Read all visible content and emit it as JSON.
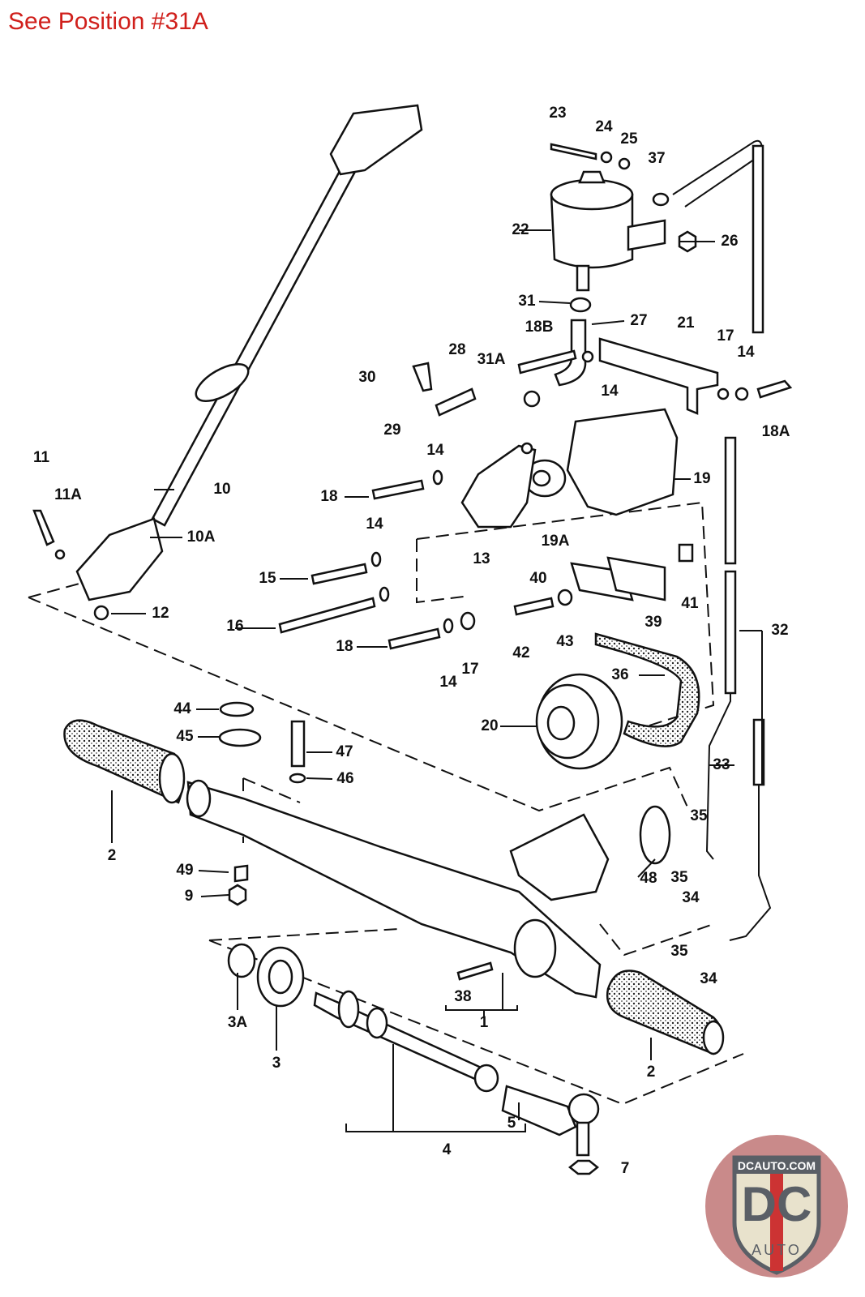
{
  "title": "See Position #31A",
  "labels": [
    "23",
    "24",
    "25",
    "37",
    "22",
    "26",
    "31",
    "27",
    "18B",
    "21",
    "17",
    "14",
    "28",
    "31A",
    "30",
    "14",
    "18A",
    "29",
    "14",
    "19",
    "11",
    "11A",
    "10",
    "18",
    "10A",
    "14",
    "13",
    "19A",
    "40",
    "41",
    "15",
    "39",
    "12",
    "16",
    "42",
    "43",
    "32",
    "18",
    "14",
    "17",
    "36",
    "20",
    "44",
    "45",
    "47",
    "46",
    "33",
    "2",
    "35",
    "48",
    "49",
    "35",
    "9",
    "34",
    "35",
    "38",
    "34",
    "1",
    "3A",
    "3",
    "2",
    "5",
    "4",
    "7"
  ],
  "logo": {
    "top_text": "DCAUTO.COM",
    "letters": "DC",
    "bottom_text": "AUTO",
    "colors": {
      "circle": "#c98a8a",
      "shield": "#e8e2cc",
      "letters": "#5a5f66",
      "stripe": "#cc3333"
    }
  },
  "title_color": "#d0201c"
}
